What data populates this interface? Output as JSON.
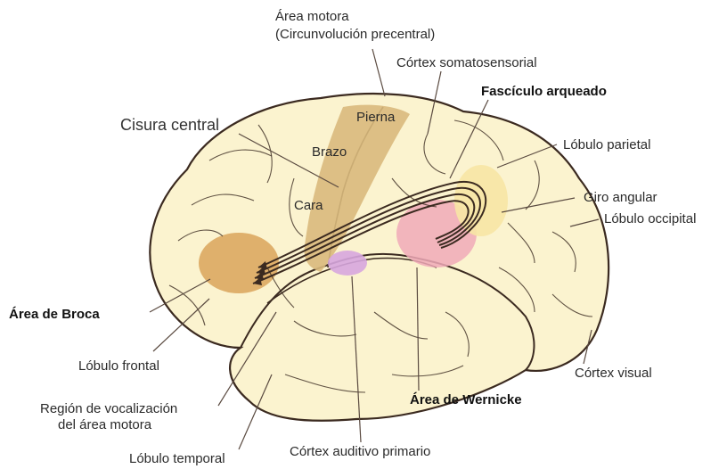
{
  "colors": {
    "brain_fill": "#fbf3cf",
    "brain_outline": "#3b2a20",
    "motor_strip": "#d9b97c",
    "broca": "#d9a35a",
    "wernicke": "#f0a9b8",
    "auditory": "#d7a6de",
    "angular": "#f7e6a4",
    "fasciculus": "#3b2a20",
    "leader_line": "#5a4a40"
  },
  "labels": {
    "area_motora_l1": "Área motora",
    "area_motora_l2": "(Circunvolución precentral)",
    "cortex_somatosensorial": "Córtex somatosensorial",
    "fasciculo_arqueado": "Fascículo arqueado",
    "cisura_central": "Cisura central",
    "lobulo_parietal": "Lóbulo parietal",
    "giro_angular": "Giro angular",
    "lobulo_occipital": "Lóbulo occipital",
    "area_broca": "Área de Broca",
    "lobulo_frontal": "Lóbulo frontal",
    "region_vocalizacion_l1": "Región de vocalización",
    "region_vocalizacion_l2": "del área motora",
    "lobulo_temporal": "Lóbulo temporal",
    "cortex_auditivo": "Córtex auditivo primario",
    "area_wernicke": "Área de Wernicke",
    "cortex_visual": "Córtex visual",
    "pierna": "Pierna",
    "brazo": "Brazo",
    "cara": "Cara"
  }
}
